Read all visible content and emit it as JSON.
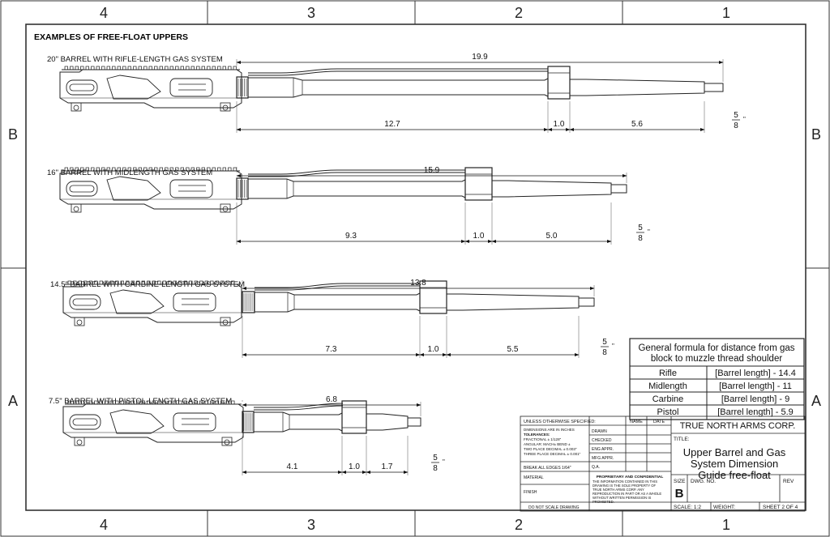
{
  "zones": {
    "top": [
      "4",
      "3",
      "2",
      "1"
    ],
    "side": [
      "B",
      "A"
    ]
  },
  "heading": "EXAMPLES OF FREE-FLOAT UPPERS",
  "configs": [
    {
      "title": "20\" BARREL WITH RIFLE-LENGTH GAS SYSTEM",
      "overall": "19.9",
      "seg1": "12.7",
      "seg2": "1.0",
      "seg3": "5.6",
      "thread_num": "5",
      "thread_den": "8"
    },
    {
      "title": "16\" BARREL WITH MIDLENGTH GAS SYSTEM",
      "overall": "15.9",
      "seg1": "9.3",
      "seg2": "1.0",
      "seg3": "5.0",
      "thread_num": "5",
      "thread_den": "8"
    },
    {
      "title": "14.5\" BARREL WITH CARBINE-LENGTH GAS SYSTEM",
      "overall": "13.8",
      "seg1": "7.3",
      "seg2": "1.0",
      "seg3": "5.5",
      "thread_num": "5",
      "thread_den": "8"
    },
    {
      "title": "7.5\" BARREL WITH PISTOL-LENGTH GAS SYSTEM",
      "overall": "6.8",
      "seg1": "4.1",
      "seg2": "1.0",
      "seg3": "1.7",
      "thread_num": "5",
      "thread_den": "8"
    }
  ],
  "formula": {
    "heading_line1": "General formula for distance from gas",
    "heading_line2": "block to muzzle thread shoulder",
    "rows": [
      {
        "system": "Rifle",
        "formula": "[Barrel length] - 14.4"
      },
      {
        "system": "Midlength",
        "formula": "[Barrel length] - 11"
      },
      {
        "system": "Carbine",
        "formula": "[Barrel length] - 9"
      },
      {
        "system": "Pistol",
        "formula": "[Barrel length] - 5.9"
      }
    ]
  },
  "title_block": {
    "unless": "UNLESS OTHERWISE SPECIFIED:",
    "name_col": "NAME",
    "date_col": "DATE",
    "company": "TRUE NORTH ARMS CORP.",
    "title_label": "TITLE:",
    "title_line1": "Upper Barrel and Gas",
    "title_line2": "System Dimension",
    "title_line3": "Guide free-float",
    "roles": [
      "DRAWN",
      "CHECKED",
      "ENG APPR.",
      "MFG APPR.",
      "Q.A."
    ],
    "tol_lines": [
      "DIMENSIONS ARE IN INCHES",
      "TOLERANCES:",
      "FRACTIONAL ± 1/128\"",
      "ANGULAR: MACH±   BEND ±",
      "TWO PLACE DECIMAL   ± 0.003\"",
      "THREE PLACE DECIMAL  ± 0.001\""
    ],
    "break_edges": "BREAK ALL EDGES 1/64\"",
    "material": "MATERIAL",
    "finish": "FINISH",
    "do_not_scale": "DO NOT SCALE DRAWING",
    "prop_title": "PROPRIETARY AND CONFIDENTIAL",
    "prop_lines": [
      "THE INFORMATION CONTAINED IN THIS",
      "DRAWING IS THE SOLE PROPERTY OF",
      "TRUE NORTH ARMS CORP.  ANY",
      "REPRODUCTION IN PART OR AS A WHOLE",
      "WITHOUT WRITTEN PERMISSION IS",
      "PROHIBITED."
    ],
    "size_label": "SIZE",
    "size_value": "B",
    "dwg_label": "DWG.  NO.",
    "rev_label": "REV",
    "scale": "SCALE: 1:2",
    "weight": "WEIGHT:",
    "sheet": "SHEET 2 OF 4"
  }
}
